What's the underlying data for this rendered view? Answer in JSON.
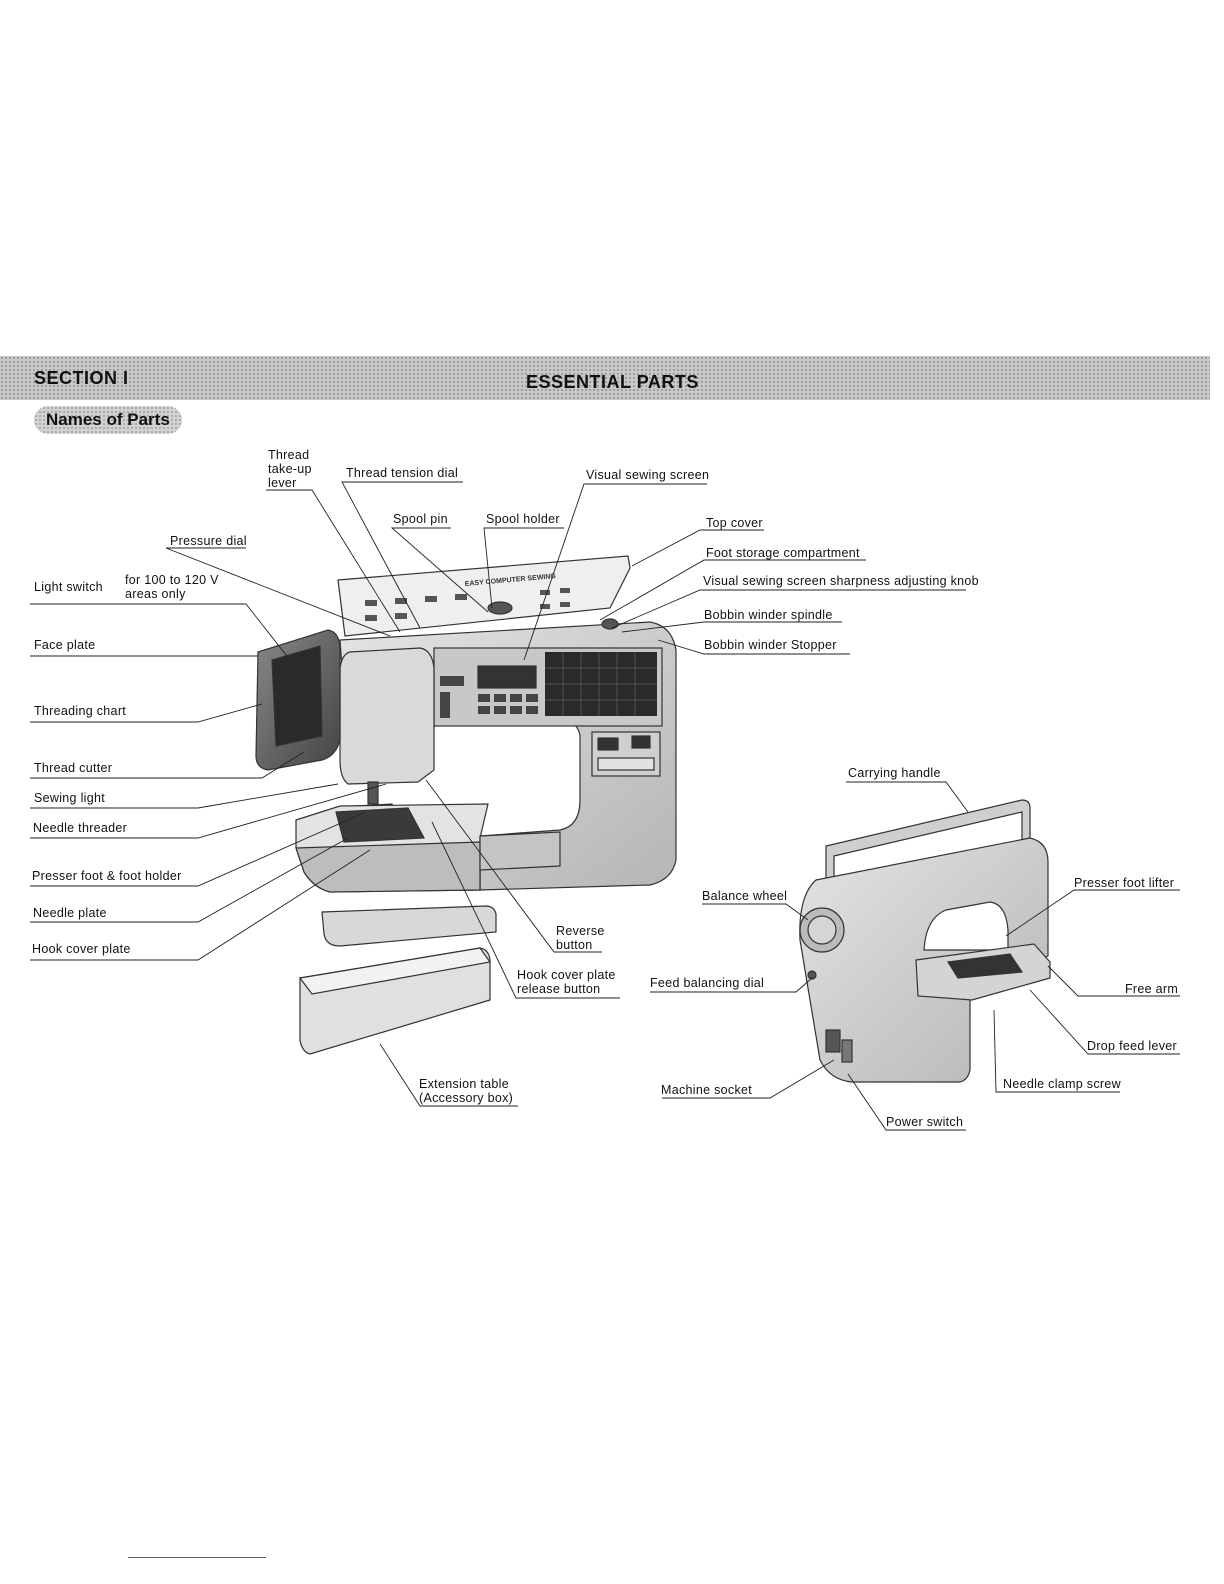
{
  "header": {
    "section": "SECTION I",
    "title": "ESSENTIAL PARTS"
  },
  "subheading": "Names of Parts",
  "labels": {
    "thread_takeup_lever": "Thread\ntake-up\nlever",
    "thread_tension_dial": "Thread tension dial",
    "visual_sewing_screen": "Visual sewing screen",
    "spool_pin": "Spool pin",
    "spool_holder": "Spool holder",
    "top_cover": "Top cover",
    "pressure_dial": "Pressure dial",
    "foot_storage_compartment": "Foot storage compartment",
    "light_switch": "Light switch",
    "voltage_note": "for 100 to 120 V\nareas only",
    "screen_sharpness_knob": "Visual sewing screen sharpness adjusting knob",
    "bobbin_winder_spindle": "Bobbin winder spindle",
    "face_plate": "Face plate",
    "bobbin_winder_stopper": "Bobbin winder Stopper",
    "threading_chart": "Threading chart",
    "thread_cutter": "Thread cutter",
    "carrying_handle": "Carrying handle",
    "sewing_light": "Sewing light",
    "needle_threader": "Needle threader",
    "presser_foot_holder": "Presser foot & foot holder",
    "presser_foot_lifter": "Presser foot lifter",
    "balance_wheel": "Balance wheel",
    "needle_plate": "Needle plate",
    "reverse_button": "Reverse\nbutton",
    "hook_cover_plate": "Hook cover plate",
    "hook_cover_release": "Hook cover plate\nrelease button",
    "feed_balancing_dial": "Feed balancing dial",
    "free_arm": "Free arm",
    "drop_feed_lever": "Drop feed lever",
    "extension_table": "Extension table\n(Accessory box)",
    "machine_socket": "Machine socket",
    "needle_clamp_screw": "Needle clamp screw",
    "power_switch": "Power switch"
  },
  "panel_text": "EASY COMPUTER SEWING",
  "colors": {
    "banner": "#c9c9c9",
    "machine": "#d6d6d6",
    "line": "#222222"
  }
}
